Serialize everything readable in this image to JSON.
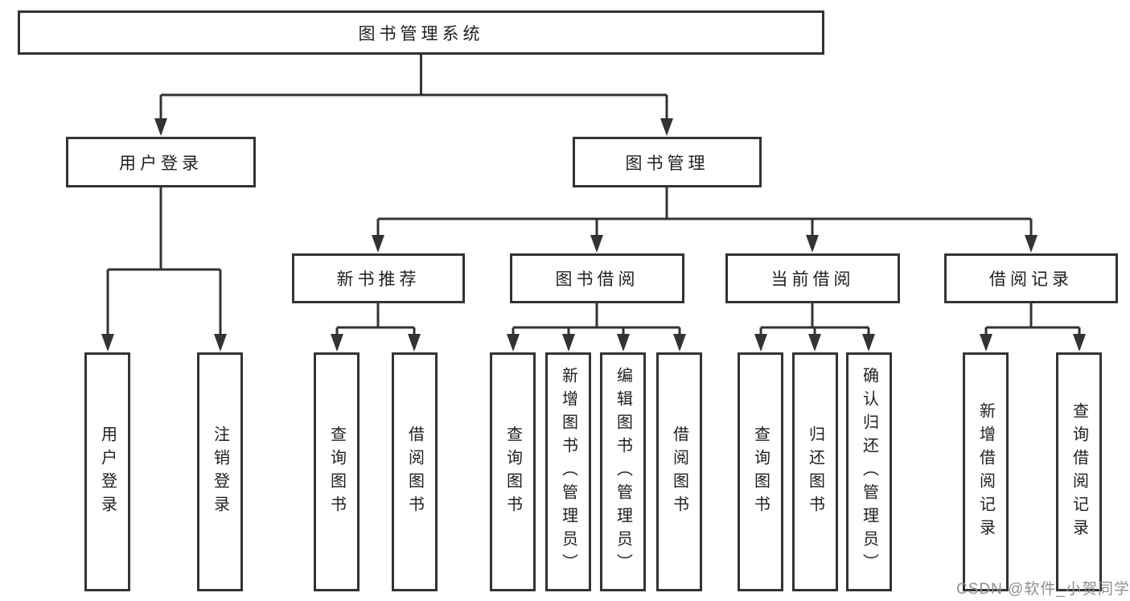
{
  "colors": {
    "line": "#333333",
    "text": "#1f1f1f",
    "watermark": "#8f8f8f",
    "background": "#ffffff"
  },
  "watermark": "CSDN @软件_小贺同学",
  "tree": {
    "root": {
      "label": "图书管理系统"
    },
    "branches": [
      {
        "label": "用户登录",
        "leaves": [
          {
            "label": "用户登录"
          },
          {
            "label": "注销登录"
          }
        ]
      },
      {
        "label": "图书管理",
        "groups": [
          {
            "label": "新书推荐",
            "leaves": [
              {
                "label": "查询图书"
              },
              {
                "label": "借阅图书"
              }
            ]
          },
          {
            "label": "图书借阅",
            "leaves": [
              {
                "label": "查询图书"
              },
              {
                "label": "新增图书（管理员）"
              },
              {
                "label": "编辑图书（管理员）"
              },
              {
                "label": "借阅图书"
              }
            ]
          },
          {
            "label": "当前借阅",
            "leaves": [
              {
                "label": "查询图书"
              },
              {
                "label": "归还图书"
              },
              {
                "label": "确认归还（管理员）"
              }
            ]
          },
          {
            "label": "借阅记录",
            "leaves": [
              {
                "label": "新增借阅记录"
              },
              {
                "label": "查询借阅记录"
              }
            ]
          }
        ]
      }
    ]
  }
}
